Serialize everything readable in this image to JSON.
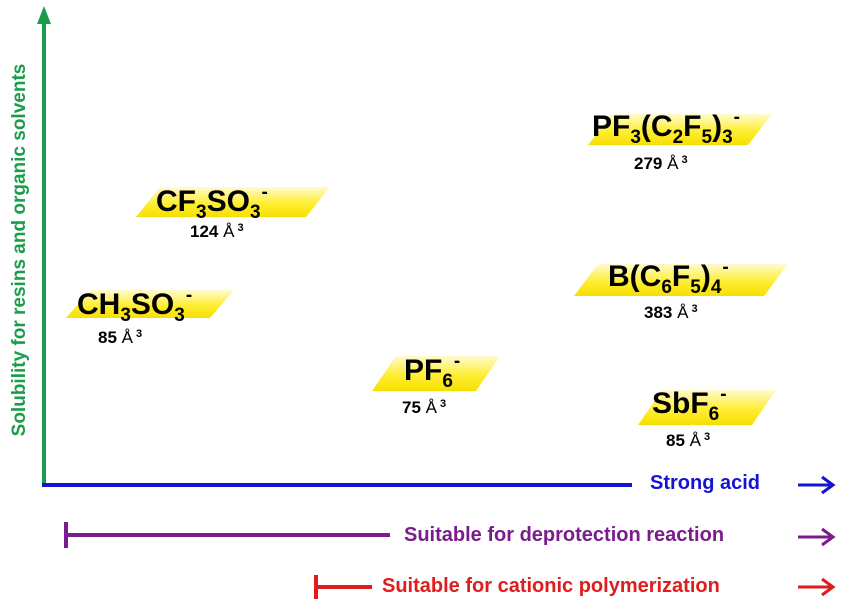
{
  "y_axis": {
    "label": "Solubility for resins and organic solvents",
    "color": "#1a9c4a"
  },
  "x_axis": {
    "label": "Strong acid",
    "color": "#1414d2"
  },
  "ranges": [
    {
      "label": "Suitable for deprotection reaction",
      "color": "#7a1c8c"
    },
    {
      "label": "Suitable for cationic polymerization",
      "color": "#e01c1c"
    }
  ],
  "anions": [
    {
      "formula": {
        "base": "CH",
        "s1": "3",
        "mid": "SO",
        "s2": "3",
        "charge": "-"
      },
      "volume": "85",
      "unit": "Å",
      "unit_exp": "3"
    },
    {
      "formula": {
        "base": "CF",
        "s1": "3",
        "mid": "SO",
        "s2": "3",
        "charge": "-"
      },
      "volume": "124",
      "unit": "Å",
      "unit_exp": "3"
    },
    {
      "formula": {
        "base": "PF",
        "s1": "6",
        "charge": "-"
      },
      "volume": "75",
      "unit": "Å",
      "unit_exp": "3"
    },
    {
      "formula": {
        "base": "PF",
        "s1": "3",
        "mid": "(C",
        "s2": "2",
        "mid2": "F",
        "s3": "5",
        "mid3": ")",
        "s4": "3",
        "charge": "-"
      },
      "volume": "279",
      "unit": "Å",
      "unit_exp": "3"
    },
    {
      "formula": {
        "base": "B(C",
        "s1": "6",
        "mid": "F",
        "s2": "5",
        "mid2": ")",
        "s3": "4",
        "charge": "-"
      },
      "volume": "383",
      "unit": "Å",
      "unit_exp": "3"
    },
    {
      "formula": {
        "base": "SbF",
        "s1": "6",
        "charge": "-"
      },
      "volume": "85",
      "unit": "Å",
      "unit_exp": "3"
    }
  ],
  "highlight_color": "#ffee33"
}
